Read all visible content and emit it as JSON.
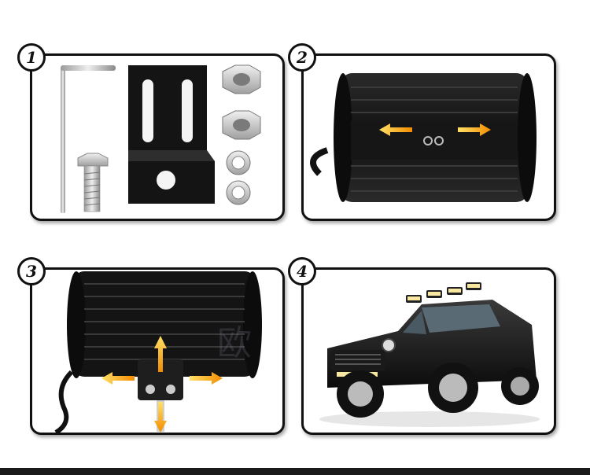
{
  "steps": [
    {
      "number": "1"
    },
    {
      "number": "2"
    },
    {
      "number": "3"
    },
    {
      "number": "4"
    }
  ],
  "watermark": {
    "text": "欧"
  },
  "colors": {
    "frame": "#111111",
    "arrow": "#f5a623",
    "arrow_tip": "#ffe066",
    "lamp_body": "#1c1c1c",
    "metal": "#c8c8c8"
  }
}
